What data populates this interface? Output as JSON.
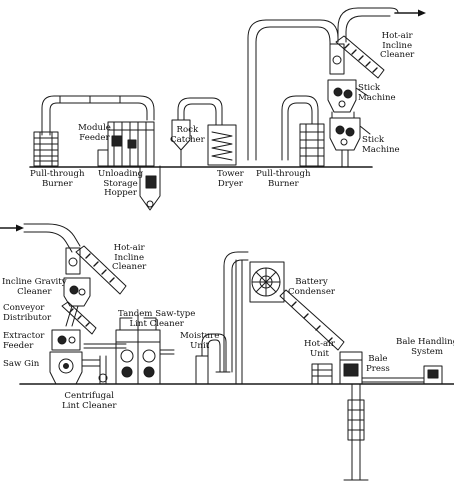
{
  "labels": {
    "hot_air_incline_cleaner_top": [
      "Hot-air",
      "Incline",
      "Cleaner"
    ],
    "stick_machine_1": [
      "Stick",
      "Machine"
    ],
    "stick_machine_2": [
      "Stick",
      "Machine"
    ],
    "module_feeder": [
      "Module",
      "Feeder"
    ],
    "rock_catcher": [
      "Rock",
      "Catcher"
    ],
    "pull_through_burner_left": [
      "Pull-through",
      "Burner"
    ],
    "unloading_storage_hopper": [
      "Unloading",
      "Storage",
      "Hopper"
    ],
    "tower_dryer": [
      "Tower",
      "Dryer"
    ],
    "pull_through_burner_right": [
      "Pull-through",
      "Burner"
    ],
    "hot_air_incline_cleaner_bottom": [
      "Hot-air",
      "Incline",
      "Cleaner"
    ],
    "incline_gravity_cleaner": [
      "Incline Gravity",
      "Cleaner"
    ],
    "conveyor_distributor": [
      "Conveyor",
      "Distributor"
    ],
    "extractor_feeder": [
      "Extractor",
      "Feeder"
    ],
    "saw_gin": [
      "Saw Gin"
    ],
    "centrifugal_lint_cleaner": [
      "Centrifugal",
      "Lint Cleaner"
    ],
    "tandem_saw_type_lint_cleaner": [
      "Tandem  Saw-type",
      "Lint Cleaner"
    ],
    "moisture_unit": [
      "Moisture",
      "Unit"
    ],
    "battery_condenser": [
      "Battery",
      "Condenser"
    ],
    "hot_air_unit": [
      "Hot-air",
      "Unit"
    ],
    "bale_press": [
      "Bale",
      "Press"
    ],
    "bale_handling_system": [
      "Bale Handling",
      "System"
    ]
  }
}
